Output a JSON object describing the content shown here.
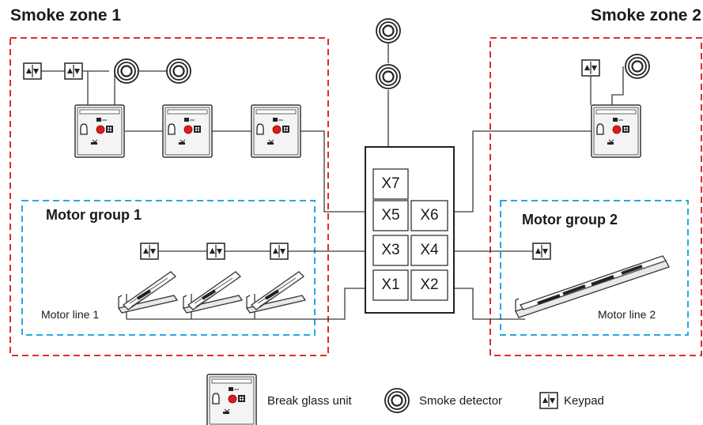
{
  "colors": {
    "zone_border": "#e02b2b",
    "group_border": "#29a8e0",
    "wire": "#3a3a3a",
    "device_fill": "#f2f2f2",
    "indicator_red": "#e01b1b"
  },
  "zones": [
    {
      "label": "Smoke zone 1"
    },
    {
      "label": "Smoke zone 2"
    }
  ],
  "motor_groups": [
    {
      "label": "Motor group 1",
      "line_label": "Motor line 1"
    },
    {
      "label": "Motor group 2",
      "line_label": "Motor line 2"
    }
  ],
  "control_panel": {
    "ports": [
      "X7",
      "X5",
      "X6",
      "X3",
      "X4",
      "X1",
      "X2"
    ]
  },
  "legend": {
    "break_glass_unit": "Break glass unit",
    "smoke_detector": "Smoke detector",
    "keypad": "Keypad"
  },
  "icons": [
    "break-glass-unit-icon",
    "smoke-detector-icon",
    "keypad-icon",
    "window-motor-icon"
  ]
}
